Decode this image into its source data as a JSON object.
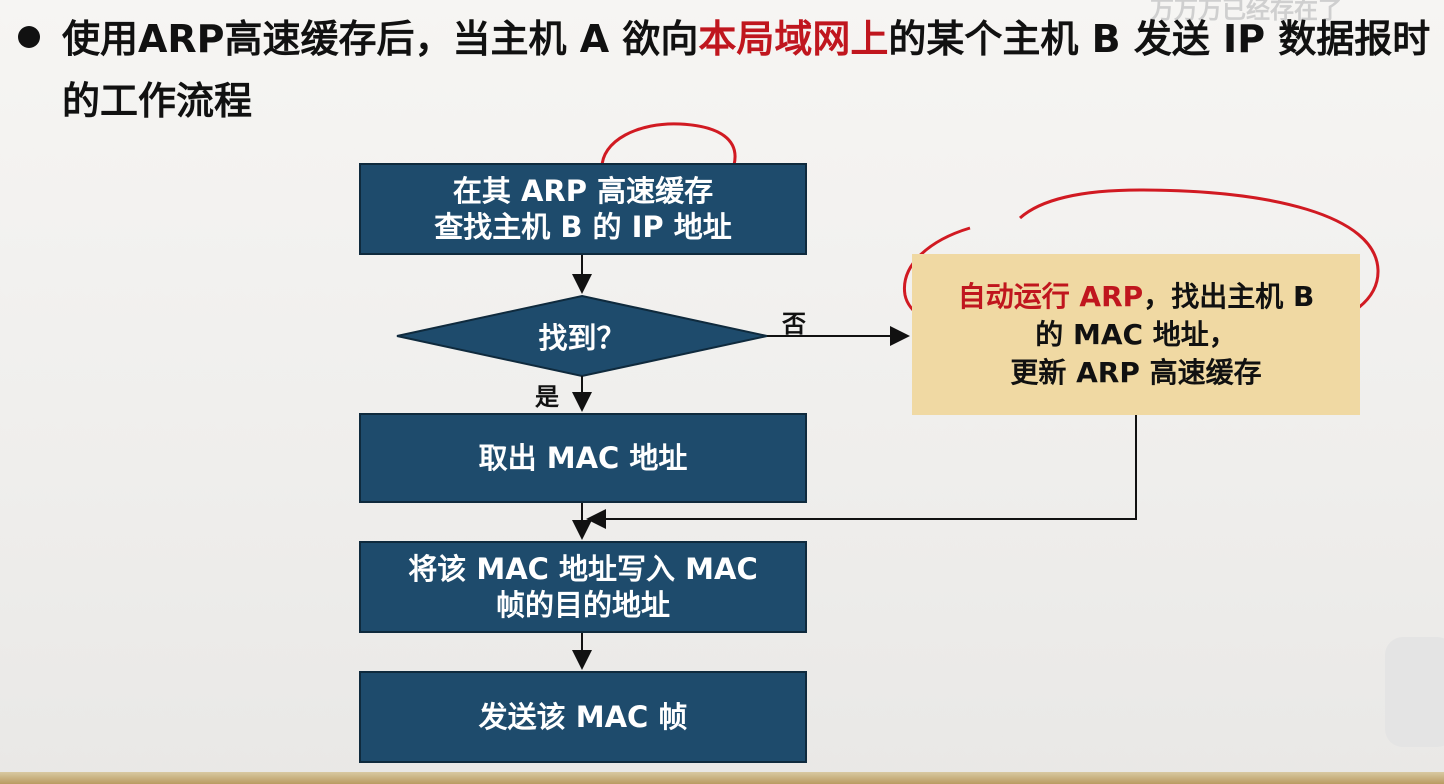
{
  "watermark": "万万万已经存在了",
  "title": {
    "part1": "使用ARP高速缓存后，当主机 A 欲向",
    "highlight": "本局域网上",
    "part2": "的某个主机 B 发送 IP 数据报时的工作流程"
  },
  "flow": {
    "step1": {
      "line1": "在其 ARP 高速缓存",
      "line2": "查找主机 B 的 IP 地址"
    },
    "decision": "找到？",
    "no_label": "否",
    "yes_label": "是",
    "step_mac": "取出 MAC 地址",
    "step_write": {
      "line1": "将该 MAC 地址写入 MAC",
      "line2": "帧的目的地址"
    },
    "step_send": "发送该 MAC 帧",
    "auto": {
      "red": "自动运行 ARP",
      "rest1": "，找出主机 B",
      "line2": "的 MAC 地址，",
      "line3": "更新 ARP 高速缓存"
    }
  },
  "colors": {
    "box_fill": "#1e4b6c",
    "highlight_red": "#c0161e",
    "auto_box_fill": "#f0d9a3",
    "annotation_red": "#d11a22"
  }
}
